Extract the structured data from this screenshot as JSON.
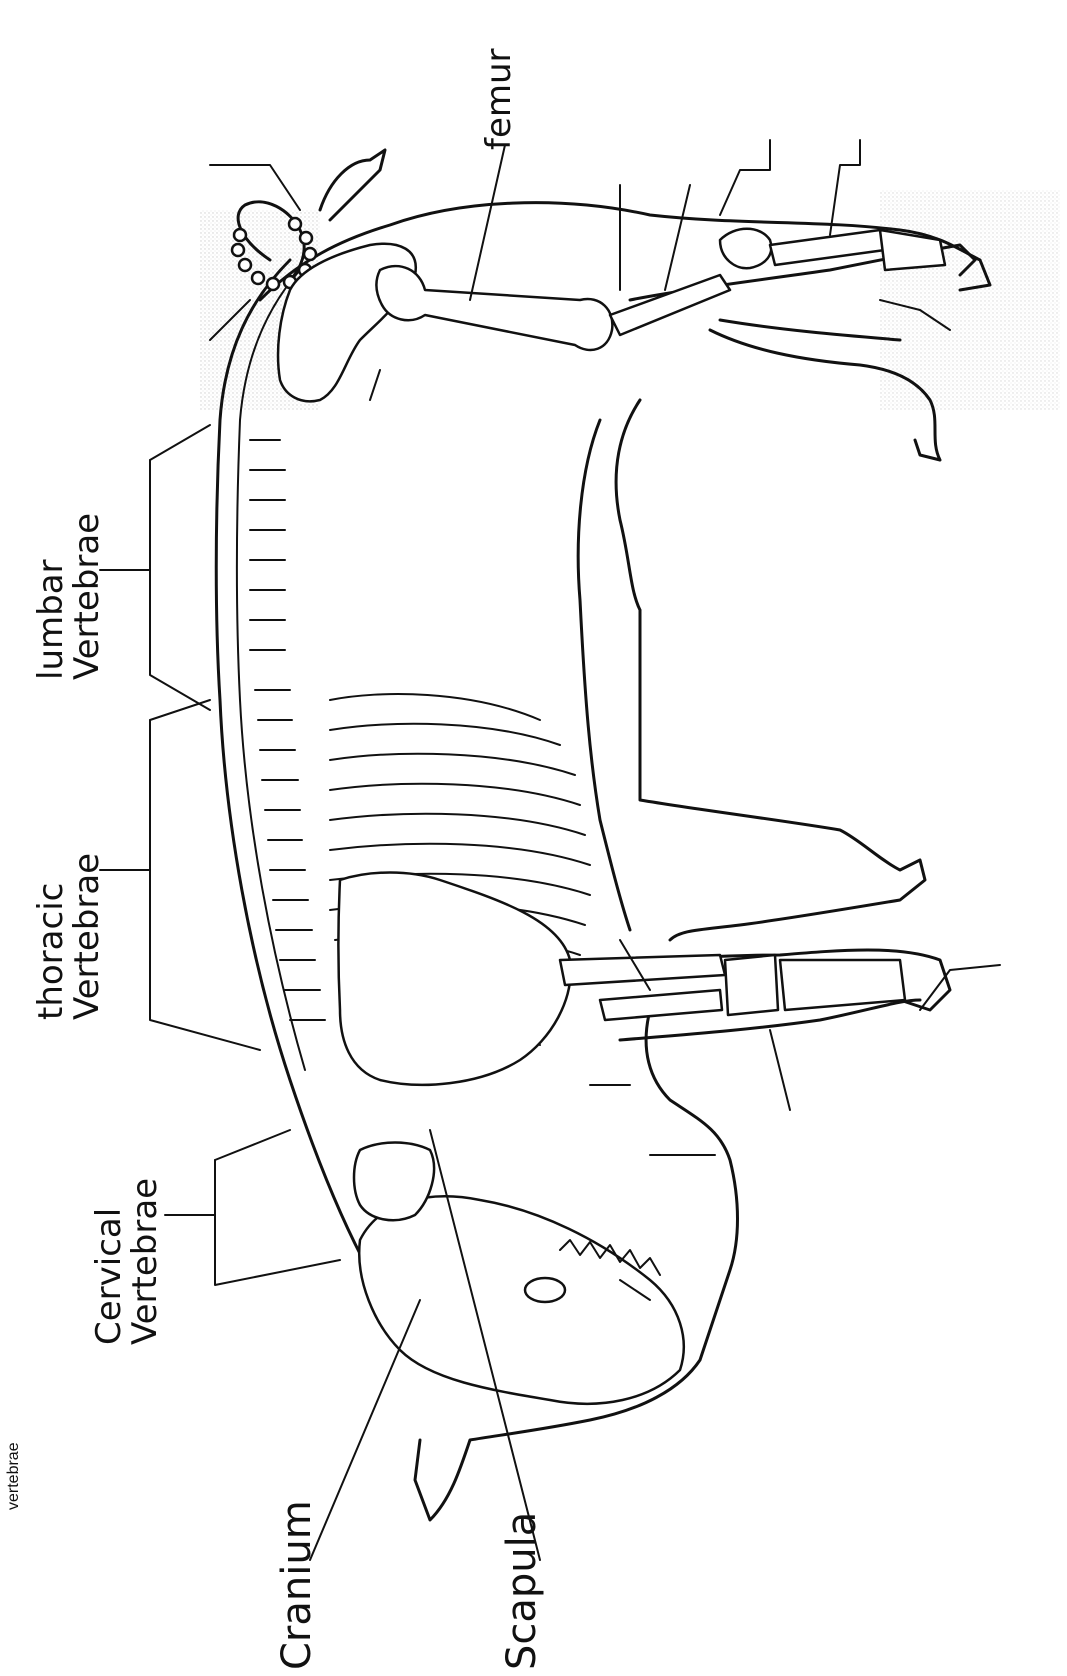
{
  "diagram": {
    "labels": {
      "femur": "femur",
      "lumbar_line1": "lumbar",
      "lumbar_line2": "Vertebrae",
      "thoracic_line1": "thoracic",
      "thoracic_line2": "Vertebrae",
      "cervical_line1": "Cervical",
      "cervical_line2": "Vertebrae",
      "cranium": "Cranium",
      "scapula": "Scapula",
      "corner_caption": "vertebrae"
    }
  }
}
